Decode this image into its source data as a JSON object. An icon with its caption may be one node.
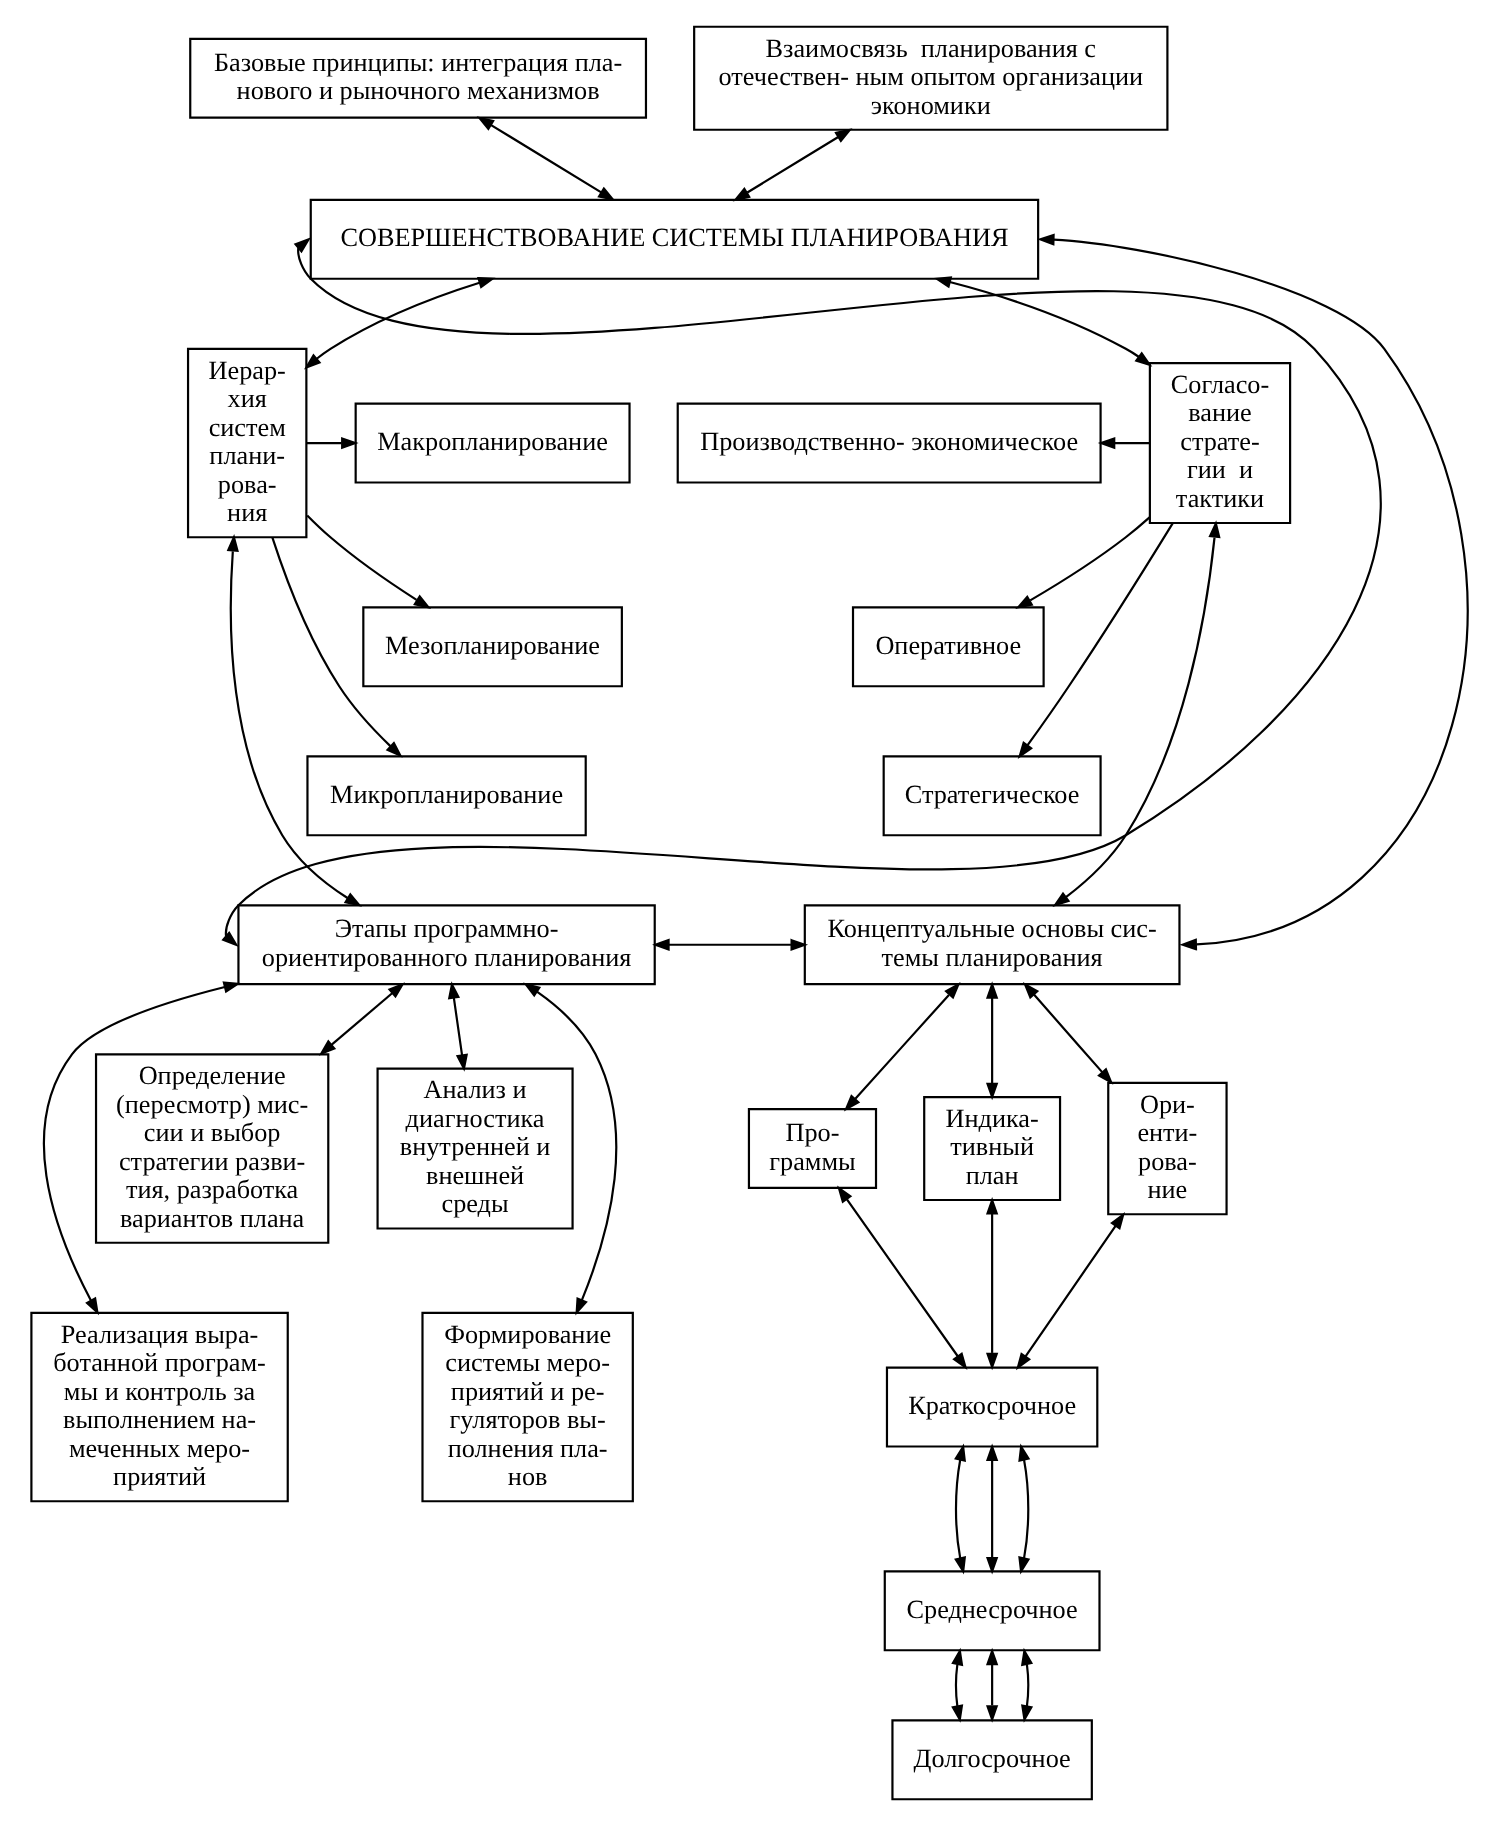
{
  "diagram": {
    "nodes": [
      {
        "text": [
          "Базовые принципы: интеграция пла- нового и рыночного механизмов"
        ]
      },
      {
        "text": [
          "Взаимосвязь  планирования с отечествен- ным опытом организации экономики"
        ]
      },
      {
        "text": [
          "СОВЕРШЕНСТВОВАНИЕ СИСТЕМЫ ПЛАНИРОВАНИЯ"
        ]
      },
      {
        "text": [
          "Иерар- хия систем плани- рова- ния"
        ]
      },
      {
        "text": [
          "Макропланирование"
        ]
      },
      {
        "text": [
          "Производственно- экономическое"
        ]
      },
      {
        "text": [
          "Согласо- вание страте- гии  и тактики"
        ]
      },
      {
        "text": [
          "Мезопланирование"
        ]
      },
      {
        "text": [
          "Оперативное"
        ]
      },
      {
        "text": [
          "Микропланирование"
        ]
      },
      {
        "text": [
          "Стратегическое"
        ]
      },
      {
        "text": [
          "Этапы программно- ориентированного планирования"
        ]
      },
      {
        "text": [
          "Концептуальные основы сис- темы планирования"
        ]
      },
      {
        "text": [
          "Анализ и диагностика внутренней и внешней среды"
        ]
      },
      {
        "text": [
          "Определение (пересмотр) мис- сии и выбор стратегии разви- тия, разработка вариантов плана"
        ]
      },
      {
        "text": [
          "Формирование системы меро- приятий и ре- гуляторов вы- полнения пла- нов"
        ]
      },
      {
        "text": [
          "Реализация выра- ботанной програм- мы и контроль за выполнением на- меченных меро- приятий"
        ]
      },
      {
        "text": [
          "Ори- енти- рова- ние"
        ]
      },
      {
        "text": [
          "Про- граммы"
        ]
      },
      {
        "text": [
          "Индика- тивный план"
        ]
      },
      {
        "text": [
          "Краткосрочное"
        ]
      },
      {
        "text": [
          "Среднесрочное"
        ]
      },
      {
        "text": [
          "Долгосрочное"
        ]
      }
    ],
    "edges": [
      {
        "from": 0,
        "to": 2,
        "arrow": "both"
      },
      {
        "from": 1,
        "to": 2,
        "arrow": "both"
      },
      {
        "from": 11,
        "to": 2,
        "arrow": "both"
      },
      {
        "from": 12,
        "to": 2,
        "arrow": "both"
      },
      {
        "from": 2,
        "to": 3,
        "arrow": "both"
      },
      {
        "from": 2,
        "to": 6,
        "arrow": "both"
      },
      {
        "from": 3,
        "to": 4,
        "arrow": "to"
      },
      {
        "from": 3,
        "to": 7,
        "arrow": "to"
      },
      {
        "from": 3,
        "to": 9,
        "arrow": "to"
      },
      {
        "from": 6,
        "to": 5,
        "arrow": "to"
      },
      {
        "from": 6,
        "to": 8,
        "arrow": "to"
      },
      {
        "from": 6,
        "to": 10,
        "arrow": "to"
      },
      {
        "from": 3,
        "to": 11,
        "arrow": "both"
      },
      {
        "from": 6,
        "to": 12,
        "arrow": "both"
      },
      {
        "from": 11,
        "to": 12,
        "arrow": "both"
      },
      {
        "from": 11,
        "to": 13,
        "arrow": "both"
      },
      {
        "from": 11,
        "to": 15,
        "arrow": "both"
      },
      {
        "from": 11,
        "to": 16,
        "arrow": "both"
      },
      {
        "from": 11,
        "to": 14,
        "arrow": "both"
      },
      {
        "from": 12,
        "to": 17,
        "arrow": "both"
      },
      {
        "from": 12,
        "to": 18,
        "arrow": "both"
      },
      {
        "from": 12,
        "to": 19,
        "arrow": "both"
      },
      {
        "from": 17,
        "to": 20,
        "arrow": "both"
      },
      {
        "from": 18,
        "to": 20,
        "arrow": "both"
      },
      {
        "from": 19,
        "to": 20,
        "arrow": "both"
      },
      {
        "from": 20,
        "to": 21,
        "arrow": "both"
      },
      {
        "from": 20,
        "to": 21,
        "arrow": "both"
      },
      {
        "from": 20,
        "to": 21,
        "arrow": "both"
      },
      {
        "from": 21,
        "to": 22,
        "arrow": "both"
      },
      {
        "from": 21,
        "to": 22,
        "arrow": "both"
      },
      {
        "from": 21,
        "to": 22,
        "arrow": "both"
      }
    ]
  }
}
